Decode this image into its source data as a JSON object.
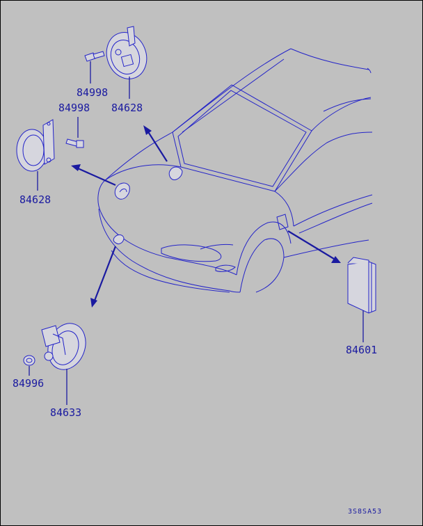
{
  "diagram": {
    "parts": [
      {
        "id": "bolt-top",
        "number": "84998"
      },
      {
        "id": "horn-top",
        "number": "84628"
      },
      {
        "id": "bolt-left",
        "number": "84998"
      },
      {
        "id": "horn-left",
        "number": "84628"
      },
      {
        "id": "relay-box",
        "number": "84601"
      },
      {
        "id": "nut",
        "number": "84996"
      },
      {
        "id": "horn-bottom",
        "number": "84633"
      }
    ],
    "drawing_code": "3S8SA53"
  },
  "colors": {
    "background": "#c0c0c0",
    "line": "#2323c8",
    "text": "#1a1aa0"
  }
}
